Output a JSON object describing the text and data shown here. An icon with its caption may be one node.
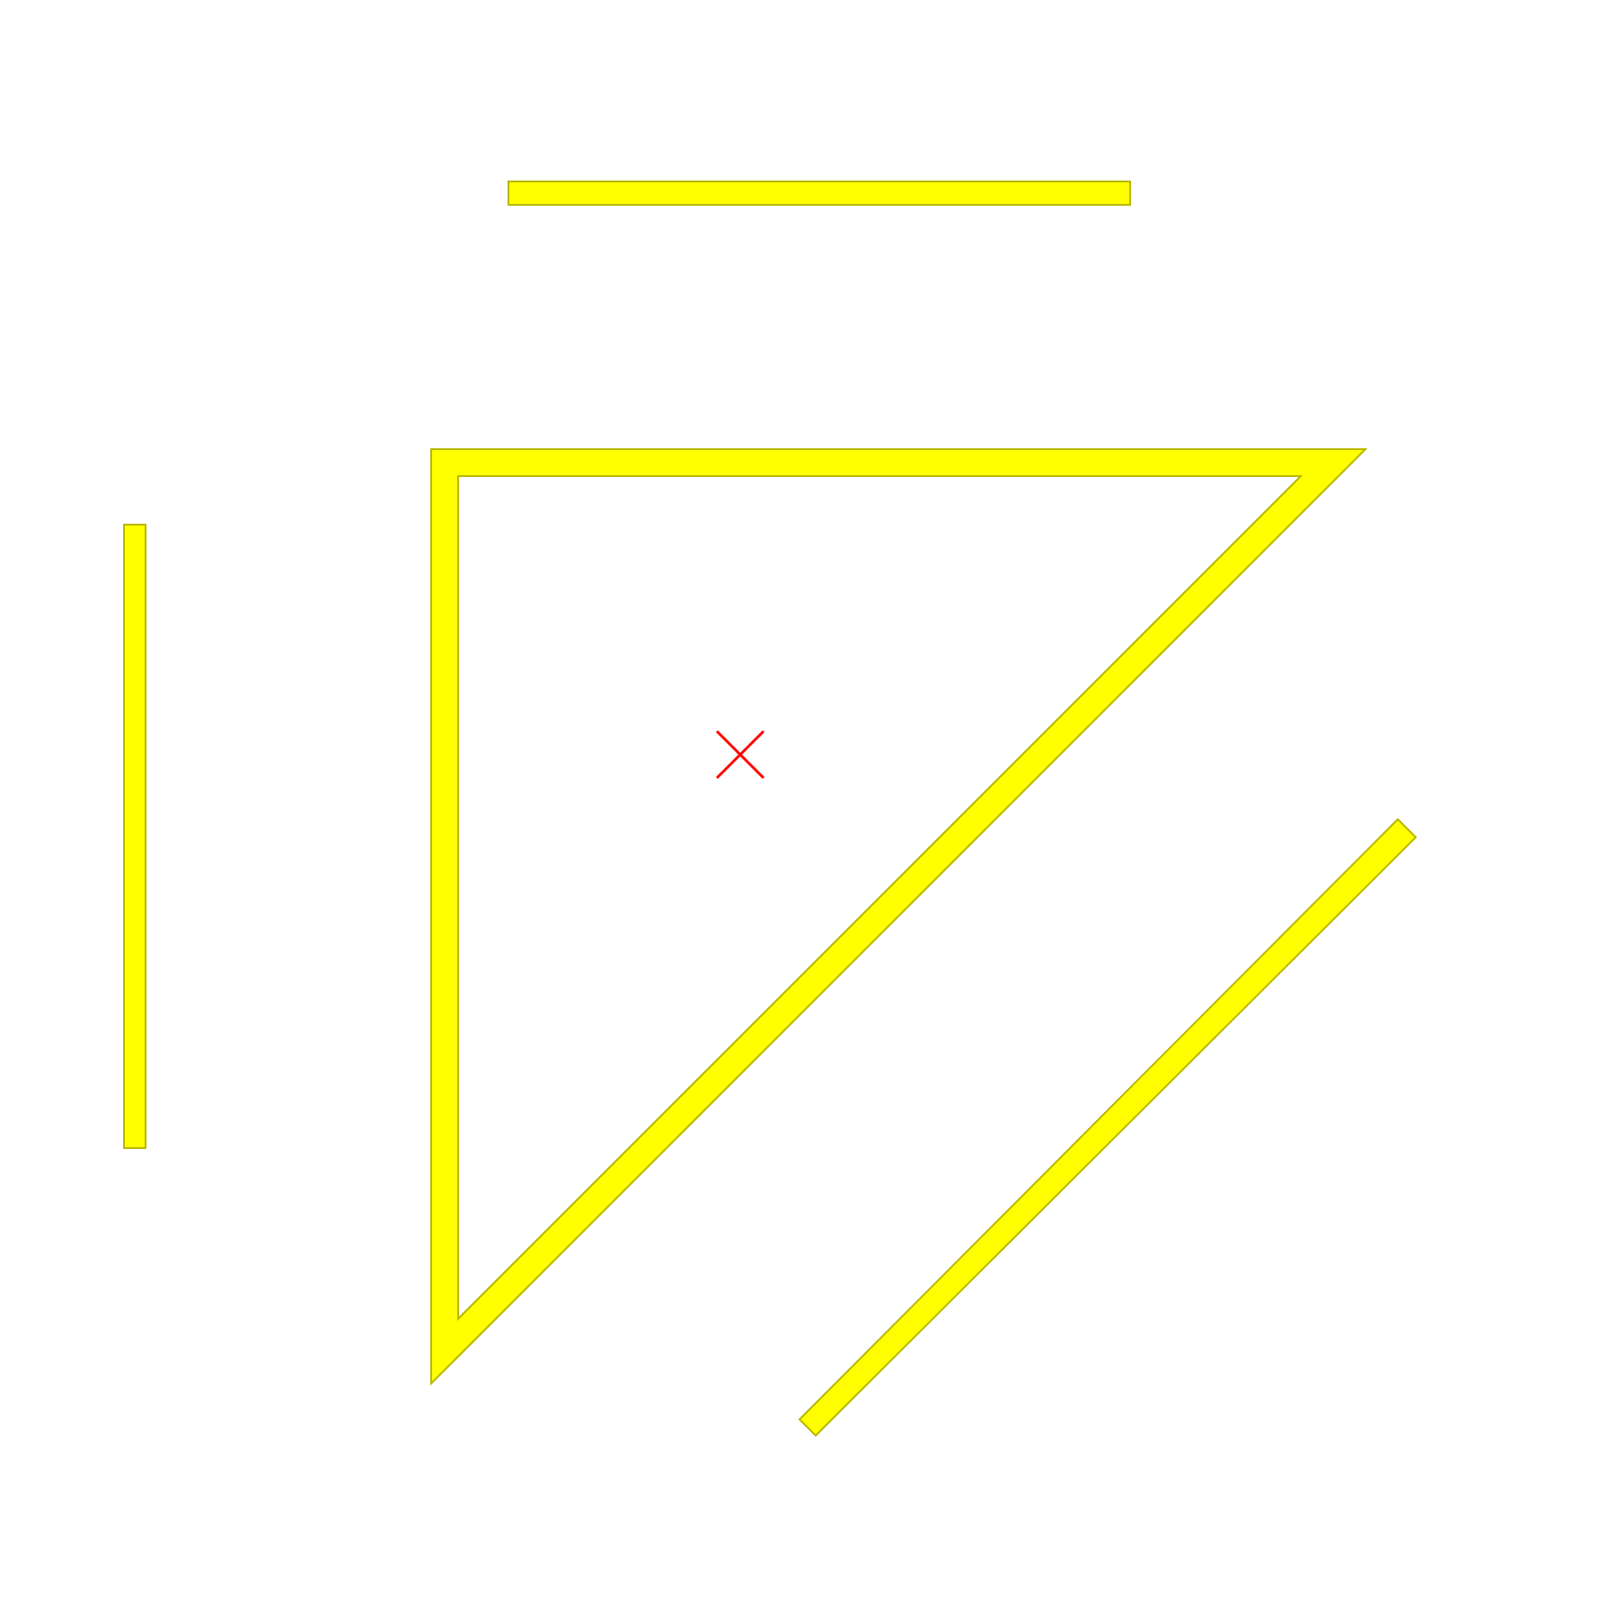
{
  "diagram": {
    "nodes": [
      {
        "text": [],
        "shape": "bar"
      },
      {
        "text": [],
        "shape": "triangle"
      },
      {
        "text": [],
        "shape": "bar"
      },
      {
        "text": [],
        "shape": "bar"
      }
    ]
  }
}
